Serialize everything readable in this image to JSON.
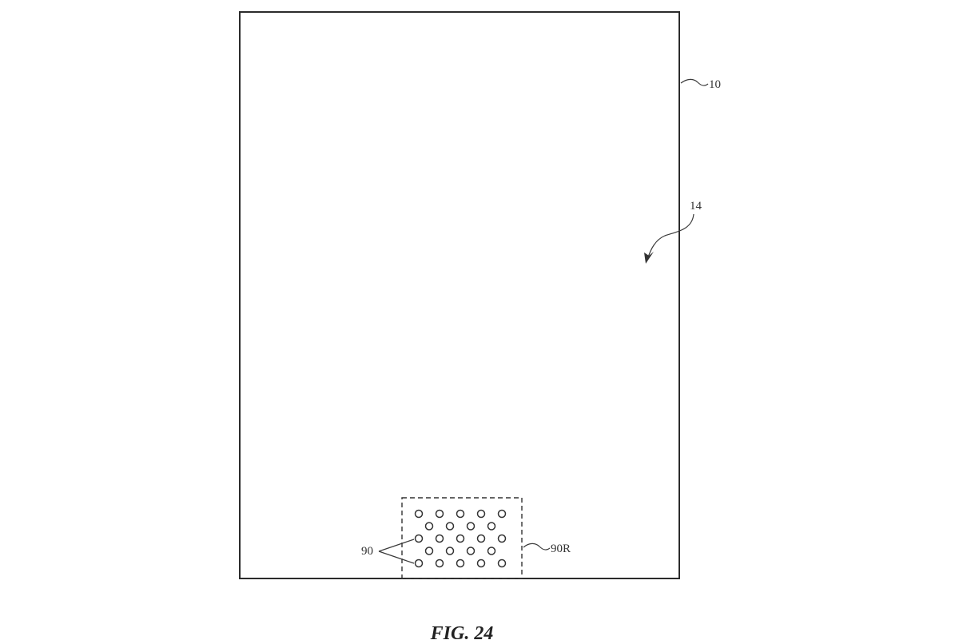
{
  "figure": {
    "caption": "FIG. 24",
    "labels": {
      "device": "10",
      "display": "14",
      "openings": "90",
      "region": "90R"
    },
    "openings_grid": {
      "rows": 5,
      "row_counts": [
        5,
        4,
        5,
        4,
        5
      ]
    },
    "colors": {
      "line": "#2b2b2b",
      "background": "#ffffff"
    }
  }
}
